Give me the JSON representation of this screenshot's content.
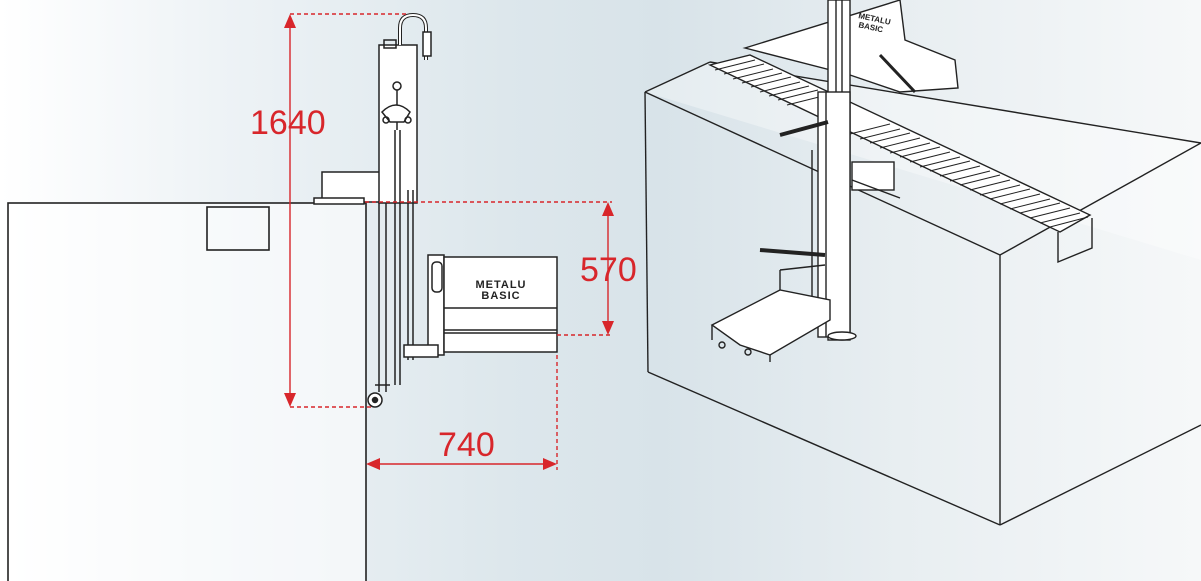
{
  "dimensions": {
    "height_total": "1640",
    "height_seat": "570",
    "reach": "740"
  },
  "label": {
    "brand_line1": "METALU",
    "brand_line2": "BASIC"
  },
  "colors": {
    "dimension": "#d8262b",
    "line": "#222222"
  }
}
